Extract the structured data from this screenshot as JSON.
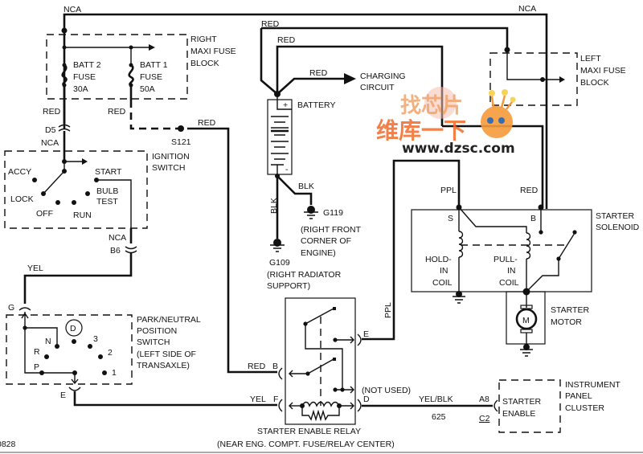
{
  "diagram": {
    "title": "Starter System Wiring",
    "figure_id": "0828",
    "components": {
      "right_maxi_fuse_block": {
        "label": [
          "RIGHT",
          "MAXI FUSE",
          "BLOCK"
        ],
        "fuses": [
          {
            "label": [
              "BATT 2",
              "FUSE",
              "30A"
            ]
          },
          {
            "label": [
              "BATT 1",
              "FUSE",
              "50A"
            ]
          }
        ]
      },
      "left_maxi_fuse_block": {
        "label": [
          "LEFT",
          "MAXI FUSE",
          "BLOCK"
        ]
      },
      "battery": {
        "label": "BATTERY",
        "plus": "+",
        "minus": "-"
      },
      "charging_circuit": {
        "label": [
          "CHARGING",
          "CIRCUIT"
        ]
      },
      "ignition_switch": {
        "label": [
          "IGNITION",
          "SWITCH"
        ],
        "positions": [
          "ACCY",
          "LOCK",
          "OFF",
          "RUN",
          "START"
        ],
        "bulb_test": [
          "BULB",
          "TEST"
        ]
      },
      "park_neutral_switch": {
        "label": [
          "PARK/NEUTRAL",
          "POSITION",
          "SWITCH",
          "(LEFT SIDE OF",
          "TRANSAXLE)"
        ],
        "positions": [
          "P",
          "R",
          "N",
          "D",
          "3",
          "2",
          "1"
        ]
      },
      "starter_solenoid": {
        "label": [
          "STARTER",
          "SOLENOID"
        ],
        "terminals": [
          "S",
          "B"
        ],
        "hold_coil": [
          "HOLD-",
          "IN",
          "COIL"
        ],
        "pull_coil": [
          "PULL-",
          "IN",
          "COIL"
        ]
      },
      "starter_motor": {
        "label": [
          "STARTER",
          "MOTOR"
        ],
        "symbol": "M"
      },
      "starter_enable_relay": {
        "label": [
          "STARTER ENABLE RELAY",
          "(NEAR ENG. COMPT. FUSE/RELAY CENTER)"
        ],
        "not_used": "(NOT USED)"
      },
      "instrument_panel_cluster": {
        "label": [
          "INSTRUMENT",
          "PANEL",
          "CLUSTER"
        ],
        "inner": [
          "STARTER",
          "ENABLE"
        ]
      },
      "grounds": [
        {
          "id": "G109",
          "label": [
            "(RIGHT RADIATOR",
            "SUPPORT)"
          ]
        },
        {
          "id": "G119",
          "label": [
            "(RIGHT FRONT",
            "CORNER OF",
            "ENGINE)"
          ]
        }
      ],
      "splice": "S121"
    },
    "wire_labels": {
      "nca_top": "NCA",
      "nca_right": "NCA",
      "red_1": "RED",
      "red_2": "RED",
      "red_charge": "RED",
      "red_fuse2": "RED",
      "red_fuse1": "RED",
      "red_s121": "RED",
      "red_solenoid": "RED",
      "nca_d5": "NCA",
      "nca_b6": "NCA",
      "yel": "YEL",
      "blk_1": "BLK",
      "blk_2": "BLK",
      "ppl_1": "PPL",
      "ppl_2": "PPL",
      "red_b": "RED",
      "yel_f": "YEL",
      "yel_blk": "YEL/BLK",
      "circuit_625": "625"
    },
    "connectors": {
      "d5": "D5",
      "b6": "B6",
      "g": "G",
      "e_pn": "E",
      "b": "B",
      "f": "F",
      "e": "E",
      "d": "D",
      "a8": "A8",
      "c2": "C2"
    },
    "watermark": {
      "line1": "找芯片",
      "line2": "维库一下",
      "url": "www.dzsc.com"
    }
  }
}
